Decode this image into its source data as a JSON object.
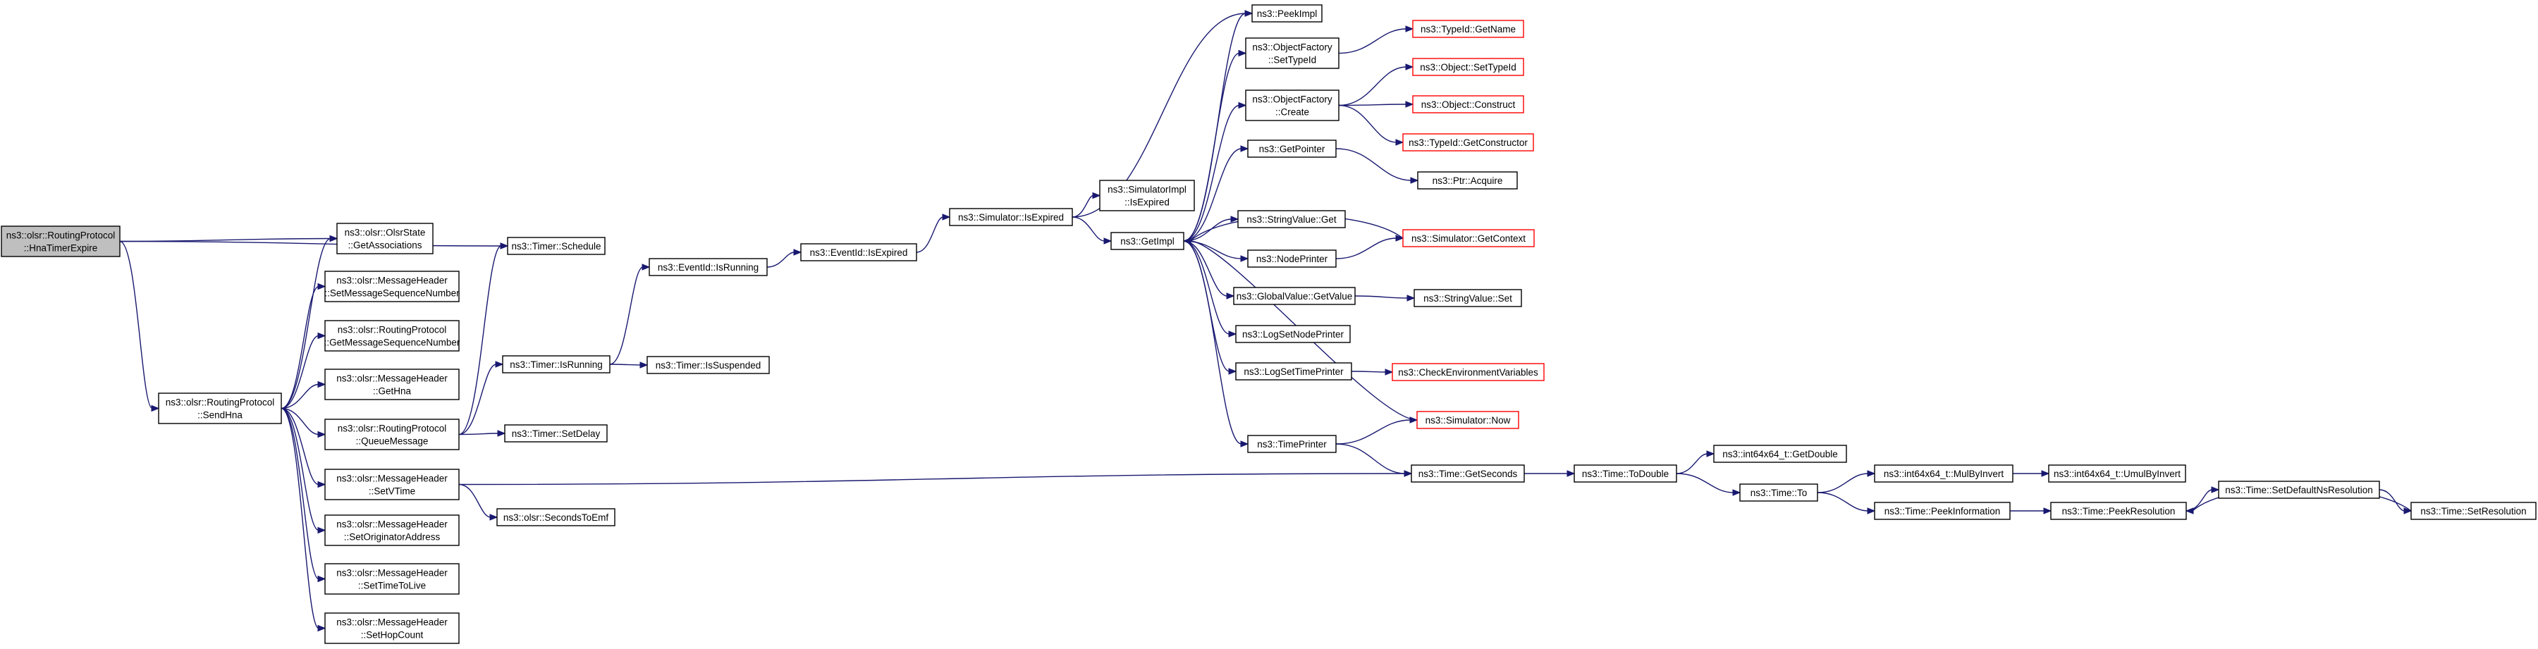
{
  "nodes": {
    "hna_timer_expire": {
      "lines": [
        "ns3::olsr::RoutingProtocol",
        "::HnaTimerExpire"
      ],
      "style": "root"
    },
    "send_hna": {
      "lines": [
        "ns3::olsr::RoutingProtocol",
        "::SendHna"
      ],
      "style": "normal"
    },
    "timer_schedule": {
      "lines": [
        "ns3::Timer::Schedule"
      ],
      "style": "normal"
    },
    "get_associations": {
      "lines": [
        "ns3::olsr::OlsrState",
        "::GetAssociations"
      ],
      "style": "normal"
    },
    "set_msg_seq": {
      "lines": [
        "ns3::olsr::MessageHeader",
        "::SetMessageSequenceNumber"
      ],
      "style": "normal"
    },
    "get_msg_seq": {
      "lines": [
        "ns3::olsr::RoutingProtocol",
        "::GetMessageSequenceNumber"
      ],
      "style": "normal"
    },
    "get_hna": {
      "lines": [
        "ns3::olsr::MessageHeader",
        "::GetHna"
      ],
      "style": "normal"
    },
    "queue_message": {
      "lines": [
        "ns3::olsr::RoutingProtocol",
        "::QueueMessage"
      ],
      "style": "normal"
    },
    "set_vtime": {
      "lines": [
        "ns3::olsr::MessageHeader",
        "::SetVTime"
      ],
      "style": "normal"
    },
    "set_originator": {
      "lines": [
        "ns3::olsr::MessageHeader",
        "::SetOriginatorAddress"
      ],
      "style": "normal"
    },
    "set_ttl": {
      "lines": [
        "ns3::olsr::MessageHeader",
        "::SetTimeToLive"
      ],
      "style": "normal"
    },
    "set_hop_count": {
      "lines": [
        "ns3::olsr::MessageHeader",
        "::SetHopCount"
      ],
      "style": "normal"
    },
    "timer_is_running": {
      "lines": [
        "ns3::Timer::IsRunning"
      ],
      "style": "normal"
    },
    "timer_set_delay": {
      "lines": [
        "ns3::Timer::SetDelay"
      ],
      "style": "normal"
    },
    "seconds_to_emf": {
      "lines": [
        "ns3::olsr::SecondsToEmf"
      ],
      "style": "normal"
    },
    "eventid_is_running": {
      "lines": [
        "ns3::EventId::IsRunning"
      ],
      "style": "normal"
    },
    "timer_is_suspended": {
      "lines": [
        "ns3::Timer::IsSuspended"
      ],
      "style": "normal"
    },
    "eventid_is_expired": {
      "lines": [
        "ns3::EventId::IsExpired"
      ],
      "style": "normal"
    },
    "simulator_is_expired": {
      "lines": [
        "ns3::Simulator::IsExpired"
      ],
      "style": "normal"
    },
    "simulatorimpl_is_expired": {
      "lines": [
        "ns3::SimulatorImpl",
        "::IsExpired"
      ],
      "style": "normal"
    },
    "get_impl": {
      "lines": [
        "ns3::GetImpl"
      ],
      "style": "normal"
    },
    "peek_impl": {
      "lines": [
        "ns3::PeekImpl"
      ],
      "style": "normal"
    },
    "objfactory_settypeid": {
      "lines": [
        "ns3::ObjectFactory",
        "::SetTypeId"
      ],
      "style": "normal"
    },
    "objfactory_create": {
      "lines": [
        "ns3::ObjectFactory",
        "::Create"
      ],
      "style": "normal"
    },
    "get_pointer": {
      "lines": [
        "ns3::GetPointer"
      ],
      "style": "normal"
    },
    "stringvalue_get": {
      "lines": [
        "ns3::StringValue::Get"
      ],
      "style": "normal"
    },
    "node_printer": {
      "lines": [
        "ns3::NodePrinter"
      ],
      "style": "normal"
    },
    "globalvalue_getvalue": {
      "lines": [
        "ns3::GlobalValue::GetValue"
      ],
      "style": "normal"
    },
    "log_set_node_printer": {
      "lines": [
        "ns3::LogSetNodePrinter"
      ],
      "style": "normal"
    },
    "log_set_time_printer": {
      "lines": [
        "ns3::LogSetTimePrinter"
      ],
      "style": "normal"
    },
    "time_printer": {
      "lines": [
        "ns3::TimePrinter"
      ],
      "style": "normal"
    },
    "typeid_getname": {
      "lines": [
        "ns3::TypeId::GetName"
      ],
      "style": "red"
    },
    "object_settypeid": {
      "lines": [
        "ns3::Object::SetTypeId"
      ],
      "style": "red"
    },
    "object_construct": {
      "lines": [
        "ns3::Object::Construct"
      ],
      "style": "red"
    },
    "typeid_getconstructor": {
      "lines": [
        "ns3::TypeId::GetConstructor"
      ],
      "style": "red"
    },
    "ptr_acquire": {
      "lines": [
        "ns3::Ptr::Acquire"
      ],
      "style": "normal"
    },
    "simulator_getcontext": {
      "lines": [
        "ns3::Simulator::GetContext"
      ],
      "style": "red"
    },
    "stringvalue_set": {
      "lines": [
        "ns3::StringValue::Set"
      ],
      "style": "normal"
    },
    "check_env_vars": {
      "lines": [
        "ns3::CheckEnvironmentVariables"
      ],
      "style": "red"
    },
    "simulator_now": {
      "lines": [
        "ns3::Simulator::Now"
      ],
      "style": "red"
    },
    "time_getseconds": {
      "lines": [
        "ns3::Time::GetSeconds"
      ],
      "style": "normal"
    },
    "time_todouble": {
      "lines": [
        "ns3::Time::ToDouble"
      ],
      "style": "normal"
    },
    "int64x64_getdouble": {
      "lines": [
        "ns3::int64x64_t::GetDouble"
      ],
      "style": "normal"
    },
    "time_to": {
      "lines": [
        "ns3::Time::To"
      ],
      "style": "normal"
    },
    "int64x64_mulbyinvert": {
      "lines": [
        "ns3::int64x64_t::MulByInvert"
      ],
      "style": "normal"
    },
    "int64x64_umulbyinvert": {
      "lines": [
        "ns3::int64x64_t::UmulByInvert"
      ],
      "style": "normal"
    },
    "time_peekinformation": {
      "lines": [
        "ns3::Time::PeekInformation"
      ],
      "style": "normal"
    },
    "time_peekresolution": {
      "lines": [
        "ns3::Time::PeekResolution"
      ],
      "style": "normal"
    },
    "time_setdefaultnsresolution": {
      "lines": [
        "ns3::Time::SetDefaultNsResolution"
      ],
      "style": "normal"
    },
    "time_setresolution": {
      "lines": [
        "ns3::Time::SetResolution"
      ],
      "style": "normal"
    }
  },
  "edges": [
    [
      "hna_timer_expire",
      "timer_schedule"
    ],
    [
      "hna_timer_expire",
      "get_associations"
    ],
    [
      "hna_timer_expire",
      "send_hna"
    ],
    [
      "send_hna",
      "get_associations"
    ],
    [
      "send_hna",
      "set_msg_seq"
    ],
    [
      "send_hna",
      "get_msg_seq"
    ],
    [
      "send_hna",
      "get_hna"
    ],
    [
      "send_hna",
      "queue_message"
    ],
    [
      "send_hna",
      "set_vtime"
    ],
    [
      "send_hna",
      "set_originator"
    ],
    [
      "send_hna",
      "set_ttl"
    ],
    [
      "send_hna",
      "set_hop_count"
    ],
    [
      "queue_message",
      "timer_schedule"
    ],
    [
      "queue_message",
      "timer_is_running"
    ],
    [
      "queue_message",
      "timer_set_delay"
    ],
    [
      "set_vtime",
      "seconds_to_emf"
    ],
    [
      "set_vtime",
      "time_getseconds"
    ],
    [
      "timer_is_running",
      "eventid_is_running"
    ],
    [
      "timer_is_running",
      "timer_is_suspended"
    ],
    [
      "eventid_is_running",
      "eventid_is_expired"
    ],
    [
      "eventid_is_expired",
      "simulator_is_expired"
    ],
    [
      "simulator_is_expired",
      "peek_impl"
    ],
    [
      "simulator_is_expired",
      "simulatorimpl_is_expired"
    ],
    [
      "simulator_is_expired",
      "get_impl"
    ],
    [
      "get_impl",
      "peek_impl"
    ],
    [
      "get_impl",
      "objfactory_settypeid"
    ],
    [
      "get_impl",
      "objfactory_create"
    ],
    [
      "get_impl",
      "get_pointer"
    ],
    [
      "get_impl",
      "stringvalue_get"
    ],
    [
      "get_impl",
      "node_printer"
    ],
    [
      "get_impl",
      "globalvalue_getvalue"
    ],
    [
      "get_impl",
      "log_set_node_printer"
    ],
    [
      "get_impl",
      "log_set_time_printer"
    ],
    [
      "get_impl",
      "time_printer"
    ],
    [
      "objfactory_settypeid",
      "typeid_getname"
    ],
    [
      "objfactory_create",
      "object_settypeid"
    ],
    [
      "objfactory_create",
      "object_construct"
    ],
    [
      "objfactory_create",
      "typeid_getconstructor"
    ],
    [
      "get_pointer",
      "ptr_acquire"
    ],
    [
      "node_printer",
      "simulator_getcontext"
    ],
    [
      "simulator_getcontext",
      "get_impl"
    ],
    [
      "globalvalue_getvalue",
      "stringvalue_set"
    ],
    [
      "log_set_time_printer",
      "check_env_vars"
    ],
    [
      "time_printer",
      "simulator_now"
    ],
    [
      "time_printer",
      "time_getseconds"
    ],
    [
      "simulator_now",
      "get_impl"
    ],
    [
      "time_getseconds",
      "time_todouble"
    ],
    [
      "time_todouble",
      "int64x64_getdouble"
    ],
    [
      "time_todouble",
      "time_to"
    ],
    [
      "time_to",
      "int64x64_mulbyinvert"
    ],
    [
      "time_to",
      "time_peekinformation"
    ],
    [
      "int64x64_mulbyinvert",
      "int64x64_umulbyinvert"
    ],
    [
      "time_peekinformation",
      "time_peekresolution"
    ],
    [
      "time_peekresolution",
      "time_setdefaultnsresolution"
    ],
    [
      "time_setdefaultnsresolution",
      "time_setresolution"
    ],
    [
      "time_setresolution",
      "time_peekresolution"
    ]
  ]
}
